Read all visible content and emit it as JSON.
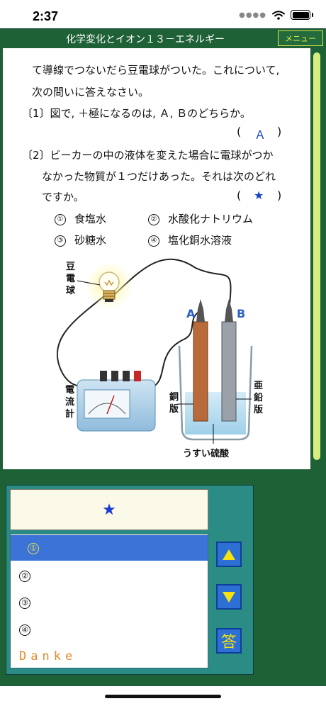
{
  "status": {
    "time": "2:37"
  },
  "header": {
    "title": "化学変化とイオン１３－エネルギー",
    "menu_label": "メニュー"
  },
  "question": {
    "intro_1": "て導線でつないだら豆電球がついた。これについて,",
    "intro_2": "次の問いに答えなさい。",
    "q1": "〔1〕図で, ＋極になるのは, Ａ, Ｂのどちらか。",
    "q1_answer_open": "(",
    "q1_answer": "Ａ",
    "q1_answer_close": ")",
    "q2_line1": "〔2〕ビーカーの中の液体を変えた場合に電球がつか",
    "q2_line2": "なかった物質が１つだけあった。それは次のどれ",
    "q2_line3": "ですか。",
    "q2_answer_open": "(",
    "q2_answer": "★",
    "q2_answer_close": ")",
    "choices": [
      {
        "num": "①",
        "label": "食塩水"
      },
      {
        "num": "②",
        "label": "水酸化ナトリウム"
      },
      {
        "num": "③",
        "label": "砂糖水"
      },
      {
        "num": "④",
        "label": "塩化銅水溶液"
      }
    ]
  },
  "diagram": {
    "bulb_label": [
      "豆",
      "電",
      "球"
    ],
    "meter_label": [
      "電",
      "流",
      "計"
    ],
    "electrode_a": "A",
    "electrode_b": "B",
    "copper_label": [
      "銅",
      "版"
    ],
    "zinc_label": [
      "亜",
      "鉛",
      "版"
    ],
    "acid_label": "うすい硫酸"
  },
  "answer_panel": {
    "current_answer": "★",
    "options": [
      "①",
      "②",
      "③",
      "④"
    ],
    "selected_index": 0,
    "footer_text": "Danke",
    "up_icon": "up-triangle-icon",
    "down_icon": "down-triangle-icon",
    "answer_button_label": "答"
  },
  "colors": {
    "frame_green": "#1f6136",
    "teal_panel": "#2b8c85",
    "selection_blue": "#3b73d6",
    "accent_yellow": "#f5e20e",
    "answer_blue": "#1842c9"
  }
}
